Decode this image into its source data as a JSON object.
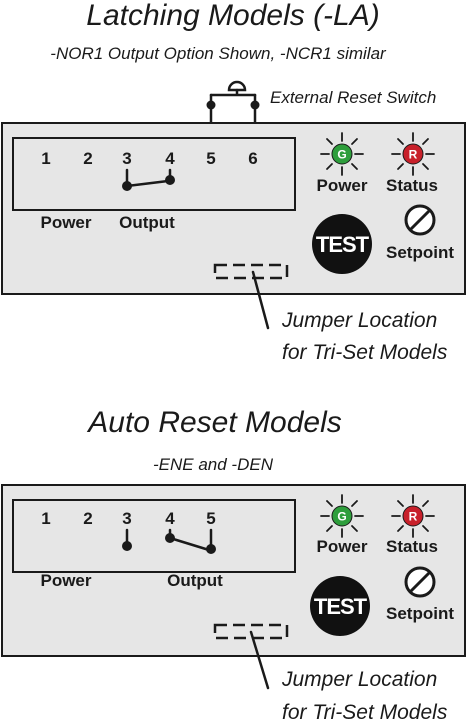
{
  "colors": {
    "panel": "#e6e6e6",
    "ink": "#1a1a1a",
    "power_led": "#2e9e3c",
    "status_led": "#c8202a",
    "test_button": "#111111"
  },
  "latching": {
    "title": "Latching Models (-LA)",
    "subtitle": "-NOR1 Output Option Shown, -NCR1 similar",
    "reset_switch_label": "External Reset Switch",
    "terminals": [
      "1",
      "2",
      "3",
      "4",
      "5",
      "6"
    ],
    "group_power": "Power",
    "group_output": "Output",
    "power_led_letter": "G",
    "power_led_label": "Power",
    "status_led_letter": "R",
    "status_led_label": "Status",
    "test_label": "TEST",
    "setpoint_icon": "no-symbol-icon",
    "setpoint_label": "Setpoint",
    "jumper_line1": "Jumper Location",
    "jumper_line2": "for Tri-Set Models"
  },
  "auto_reset": {
    "title": "Auto Reset Models",
    "subtitle": "-ENE and -DEN",
    "terminals": [
      "1",
      "2",
      "3",
      "4",
      "5"
    ],
    "group_power": "Power",
    "group_output": "Output",
    "power_led_letter": "G",
    "power_led_label": "Power",
    "status_led_letter": "R",
    "status_led_label": "Status",
    "test_label": "TEST",
    "setpoint_icon": "no-symbol-icon",
    "setpoint_label": "Setpoint",
    "jumper_line1": "Jumper Location",
    "jumper_line2": "for Tri-Set Models"
  }
}
